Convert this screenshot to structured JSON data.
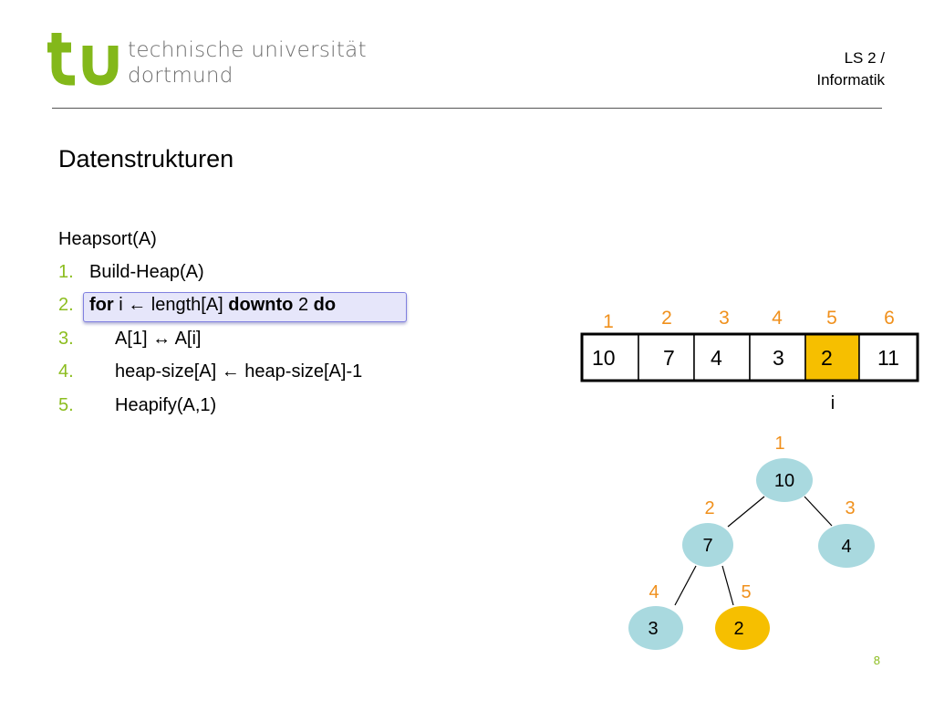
{
  "header": {
    "logo_text": "tu",
    "university_line1": "technische universität",
    "university_line2": "dortmund",
    "department_line1": "LS 2 /",
    "department_line2": "Informatik"
  },
  "title": "Datenstrukturen",
  "algorithm": {
    "name": "Heapsort(A)",
    "lines": [
      {
        "num": "1.",
        "text": "Build-Heap(A)"
      },
      {
        "num": "2.",
        "kw_for": "for",
        "t1": " i ← length[A] ",
        "kw_downto": "downto",
        "t2": " 2 ",
        "kw_do": "do"
      },
      {
        "num": "3.",
        "text": "A[1] ↔ A[i]"
      },
      {
        "num": "4.",
        "text": "heap-size[A] ← heap-size[A]-1"
      },
      {
        "num": "5.",
        "text": "Heapify(A,1)"
      }
    ]
  },
  "array": {
    "indices": [
      "1",
      "2",
      "3",
      "4",
      "5",
      "6"
    ],
    "values": [
      "10",
      "7",
      "4",
      "3",
      "2",
      "11"
    ],
    "highlight_index": 5,
    "pointer_label": "i"
  },
  "tree": {
    "nodes": [
      {
        "index": "1",
        "value": "10",
        "highlight": false
      },
      {
        "index": "2",
        "value": "7",
        "highlight": false
      },
      {
        "index": "3",
        "value": "4",
        "highlight": false
      },
      {
        "index": "4",
        "value": "3",
        "highlight": false
      },
      {
        "index": "5",
        "value": "2",
        "highlight": true
      }
    ]
  },
  "colors": {
    "accent_green": "#8cbd1f",
    "index_orange": "#f0901c",
    "highlight_yellow": "#f6bf00",
    "node_blue": "#a9d9df",
    "highlight_box": "#e6e6fa"
  },
  "page_number": "8"
}
